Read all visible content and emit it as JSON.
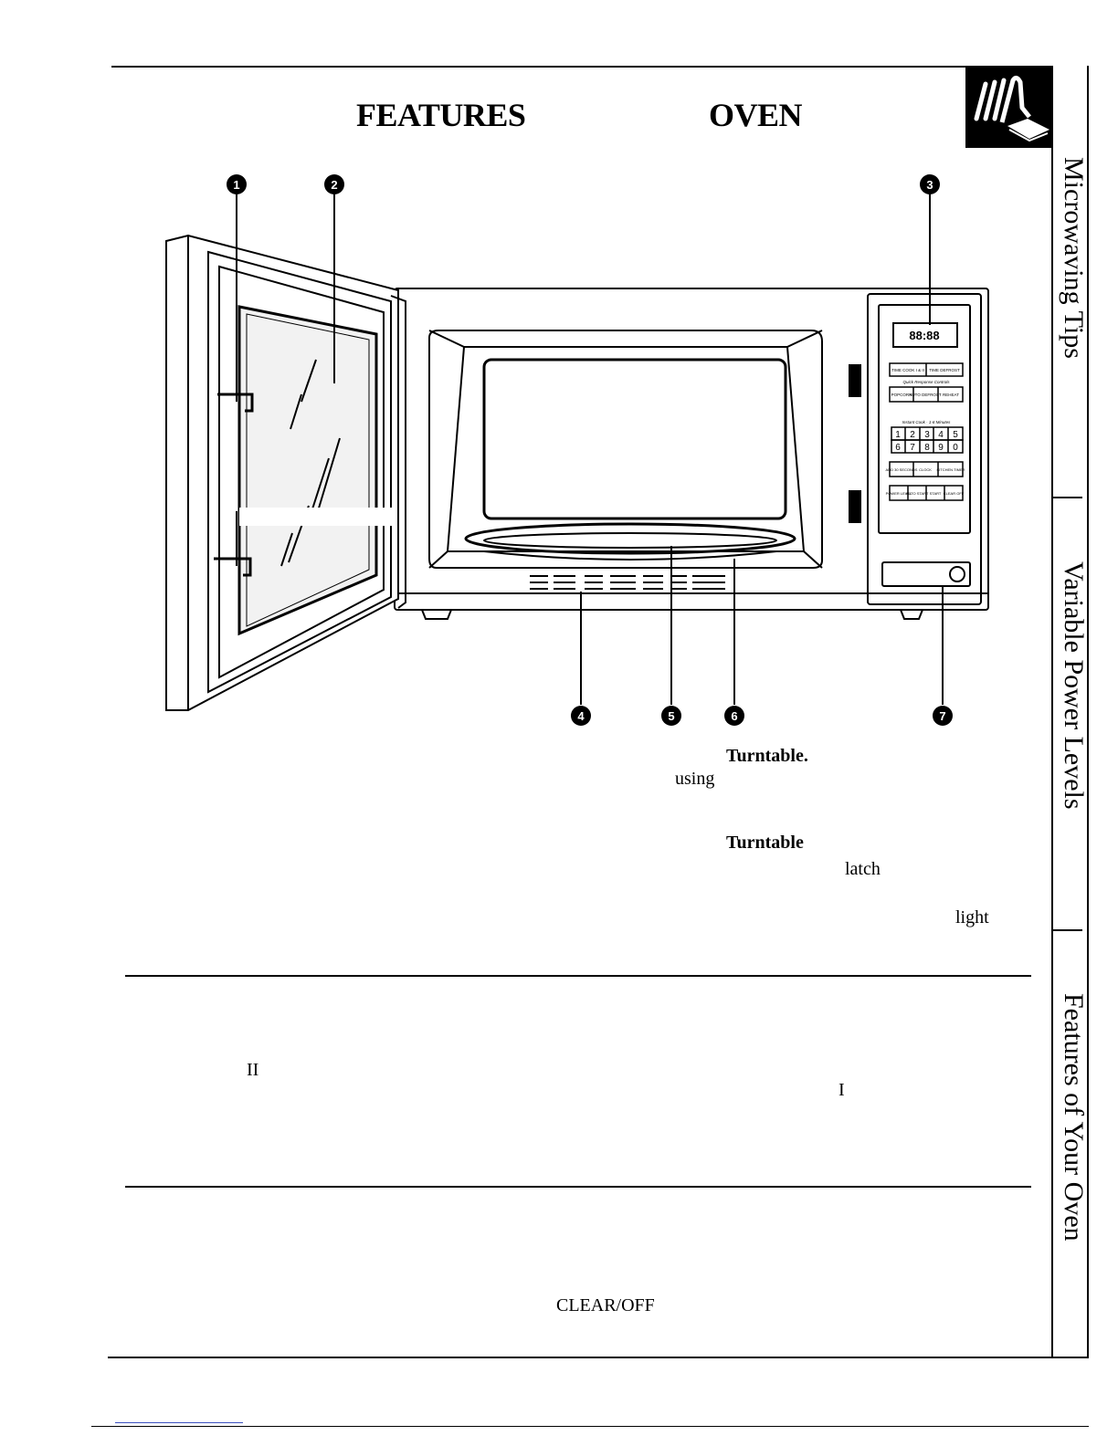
{
  "heading": {
    "word1": "FEATURES",
    "word2": "OVEN"
  },
  "side_tabs": [
    {
      "label": "Microwaving Tips"
    },
    {
      "label": "Variable Power Levels"
    },
    {
      "label": "Features of Your Oven"
    }
  ],
  "callouts": [
    "1",
    "2",
    "3",
    "4",
    "5",
    "6",
    "7"
  ],
  "text_fragments": {
    "turntable1": "Turntable.",
    "using": "using",
    "turntable2": "Turntable",
    "latch": "latch",
    "light": "light",
    "roman2": "II",
    "roman1": "I",
    "clear_off": "CLEAR/OFF"
  },
  "control_panel": {
    "display": "88:88",
    "row1": [
      "TIME COOK I & II",
      "TIME DEFROST"
    ],
    "section1": "Quick Response Controls",
    "row2": [
      "POPCORN",
      "AUTO DEFROST",
      "REHEAT"
    ],
    "section2": "Instant Cook · 1-6 Minutes",
    "keypad_top": [
      "1",
      "2",
      "3",
      "4",
      "5"
    ],
    "keypad_bottom": [
      "6",
      "7",
      "8",
      "9",
      "0"
    ],
    "row3": [
      "ADD 30 SECONDS",
      "CLOCK",
      "KITCHEN TIMER"
    ],
    "row4": [
      "POWER LEVEL",
      "AUTO START",
      "START",
      "CLEAR OFF"
    ]
  }
}
